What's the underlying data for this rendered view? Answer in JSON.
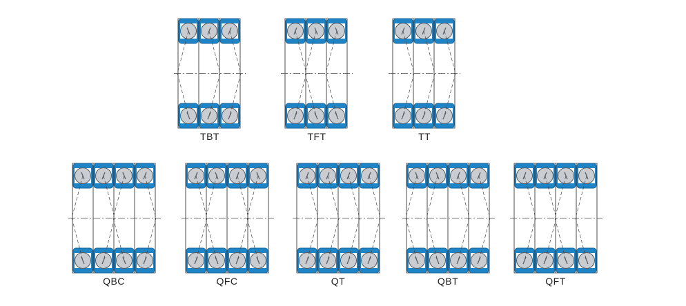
{
  "colors": {
    "ring_blue": "#1e84c6",
    "ring_edge": "#15669c",
    "ball_fill": "#c9cdd1",
    "ball_edge": "#555a60",
    "line": "#444444",
    "background": "#ffffff"
  },
  "arrangements": [
    {
      "label": "TBT",
      "pattern": [
        "L",
        "R",
        "R"
      ]
    },
    {
      "label": "TFT",
      "pattern": [
        "R",
        "L",
        "L"
      ]
    },
    {
      "label": "TT",
      "pattern": [
        "R",
        "R",
        "R"
      ]
    },
    {
      "label": "QBC",
      "pattern": [
        "L",
        "R",
        "L",
        "R"
      ]
    },
    {
      "label": "QFC",
      "pattern": [
        "R",
        "L",
        "R",
        "L"
      ]
    },
    {
      "label": "QT",
      "pattern": [
        "R",
        "R",
        "R",
        "R"
      ]
    },
    {
      "label": "QBT",
      "pattern": [
        "L",
        "L",
        "R",
        "R"
      ]
    },
    {
      "label": "QFT",
      "pattern": [
        "R",
        "R",
        "L",
        "L"
      ]
    }
  ]
}
